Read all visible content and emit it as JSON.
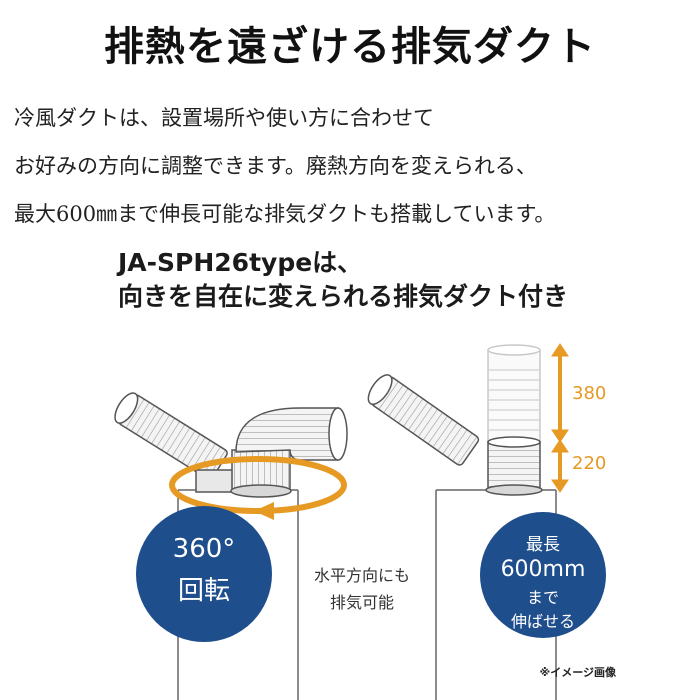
{
  "headline": "排熱を遠ざける排気ダクト",
  "body_lines": [
    "冷風ダクトは、設置場所や使い方に合わせて",
    "お好みの方向に調整できます。廃熱方向を変えられる、",
    "最大600㎜まで伸長可能な排気ダクトも搭載しています。"
  ],
  "sub_heading": [
    "JA-SPH26typeは、",
    "向きを自在に変えられる排気ダクト付き"
  ],
  "dimensions": {
    "upper": "380",
    "lower": "220"
  },
  "badge_rotation": {
    "line1": "360°",
    "line2": "回転"
  },
  "center_note": [
    "水平方向にも",
    "排気可能"
  ],
  "badge_extension": {
    "line1": "最長",
    "line2": "600mm",
    "line3": "まで",
    "line4": "伸ばせる"
  },
  "image_note": "※イメージ画像",
  "colors": {
    "accent_orange": "#e69a23",
    "badge_blue": "#1f4e8c",
    "line_gray": "#555555"
  }
}
